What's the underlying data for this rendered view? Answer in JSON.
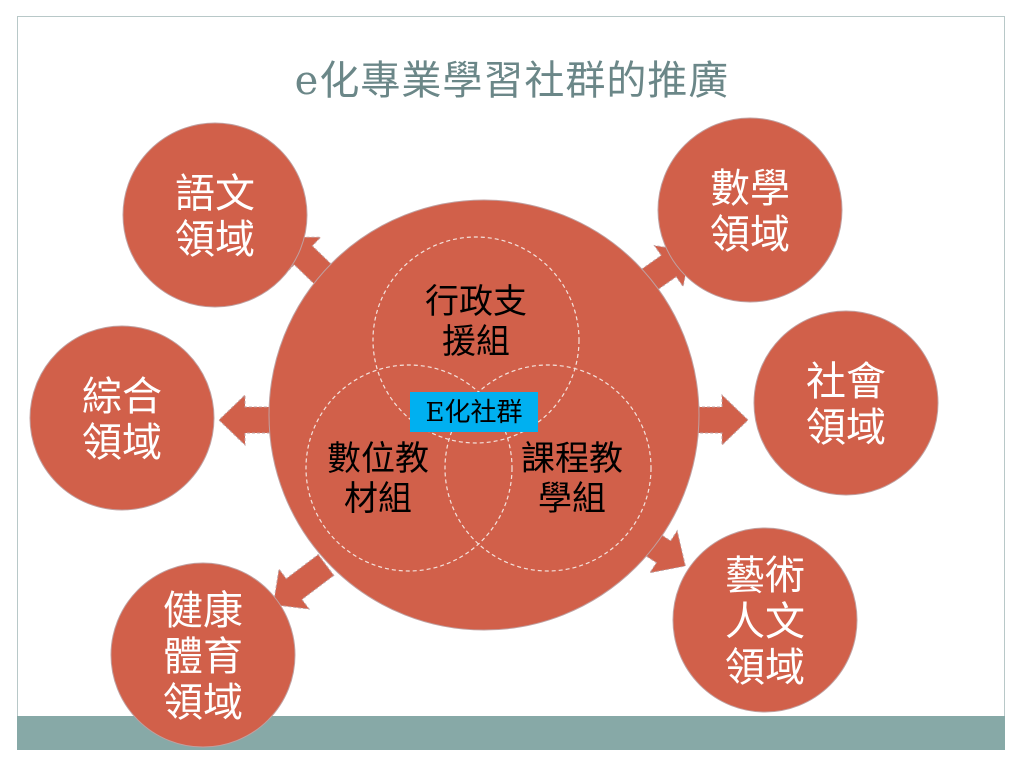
{
  "slide": {
    "title": "e化專業學習社群的推廣"
  },
  "center": {
    "label": "E化社群",
    "groups": [
      {
        "id": "admin",
        "lines": [
          "行政支",
          "援組"
        ]
      },
      {
        "id": "digital",
        "lines": [
          "數位教",
          "材組"
        ]
      },
      {
        "id": "curriculum",
        "lines": [
          "課程教",
          "學組"
        ]
      }
    ]
  },
  "domains": [
    {
      "id": "language",
      "lines": [
        "語文",
        "領域"
      ]
    },
    {
      "id": "math",
      "lines": [
        "數學",
        "領域"
      ]
    },
    {
      "id": "integrative",
      "lines": [
        "綜合",
        "領域"
      ]
    },
    {
      "id": "social",
      "lines": [
        "社會",
        "領域"
      ]
    },
    {
      "id": "health",
      "lines": [
        "健康",
        "體育",
        "領域"
      ]
    },
    {
      "id": "arts",
      "lines": [
        "藝術",
        "人文",
        "領域"
      ]
    }
  ],
  "colors": {
    "circle_fill": "#d1604a",
    "circle_stroke": "#c0a0a0",
    "center_label_bg": "#00b0f0",
    "title": "#6b8788",
    "footer_bar": "#87a9a7"
  }
}
